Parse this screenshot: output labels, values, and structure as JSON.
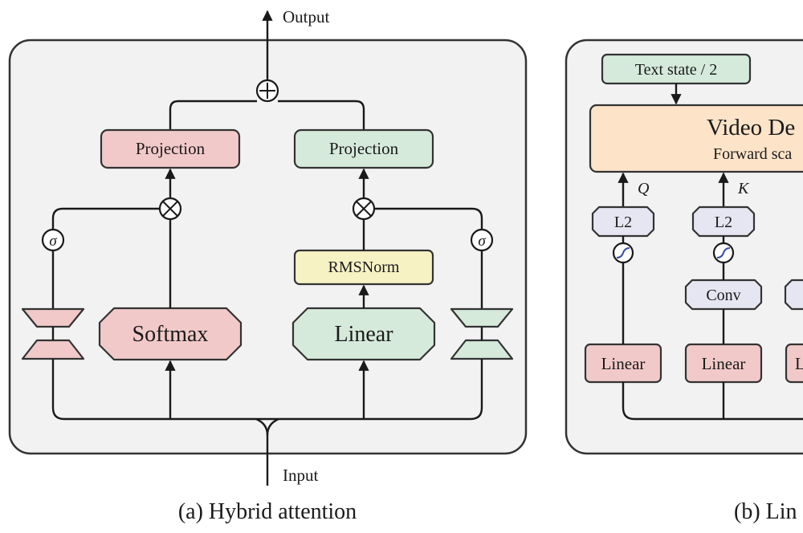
{
  "panel_a": {
    "caption": "(a) Hybrid attention",
    "output_label": "Output",
    "input_label": "Input",
    "proj_left": "Projection",
    "proj_right": "Projection",
    "softmax": "Softmax",
    "linear": "Linear",
    "rmsnorm": "RMSNorm",
    "sigma_left": "σ",
    "sigma_right": "σ"
  },
  "panel_b": {
    "caption": "(b) Lin",
    "text_state": "Text state / 2",
    "video_title": "Video De",
    "video_sub": "Forward sca",
    "q_label": "Q",
    "k_label": "K",
    "l2_q": "L2",
    "l2_k": "L2",
    "conv": "Conv",
    "linear_q": "Linear",
    "linear_k": "Linear",
    "linear_3": "L"
  },
  "colors": {
    "pink_fill": "#f2c9c9",
    "green_fill": "#d5eadb",
    "yellow_fill": "#f7f2c4",
    "orange_fill": "#fde3c8",
    "lavender_fill": "#e6e6f2",
    "panel_fill": "#f2f2f2",
    "stroke": "#333333"
  }
}
